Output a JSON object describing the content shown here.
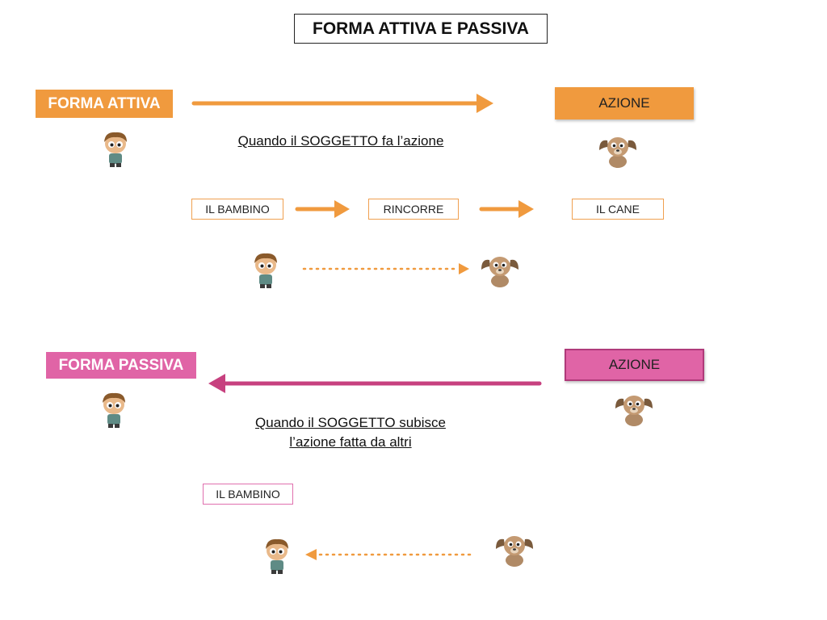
{
  "title": "FORMA ATTIVA E PASSIVA",
  "active": {
    "label": "FORMA ATTIVA",
    "azione": "AZIONE",
    "caption": "Quando il SOGGETTO fa l’azione",
    "boxes": [
      "IL BAMBINO",
      "RINCORRE",
      "IL CANE"
    ]
  },
  "passive": {
    "label": "FORMA PASSIVA",
    "azione": "AZIONE",
    "caption_line1": "Quando il SOGGETTO subisce",
    "caption_line2": "l’azione fatta da altri",
    "boxes": [
      "IL BAMBINO"
    ]
  },
  "colors": {
    "orange": "#f09a3e",
    "pink": "#e064a6",
    "pink_arrow": "#c7417f"
  },
  "icons": {
    "boy": "boy-icon",
    "dog": "dog-icon"
  }
}
